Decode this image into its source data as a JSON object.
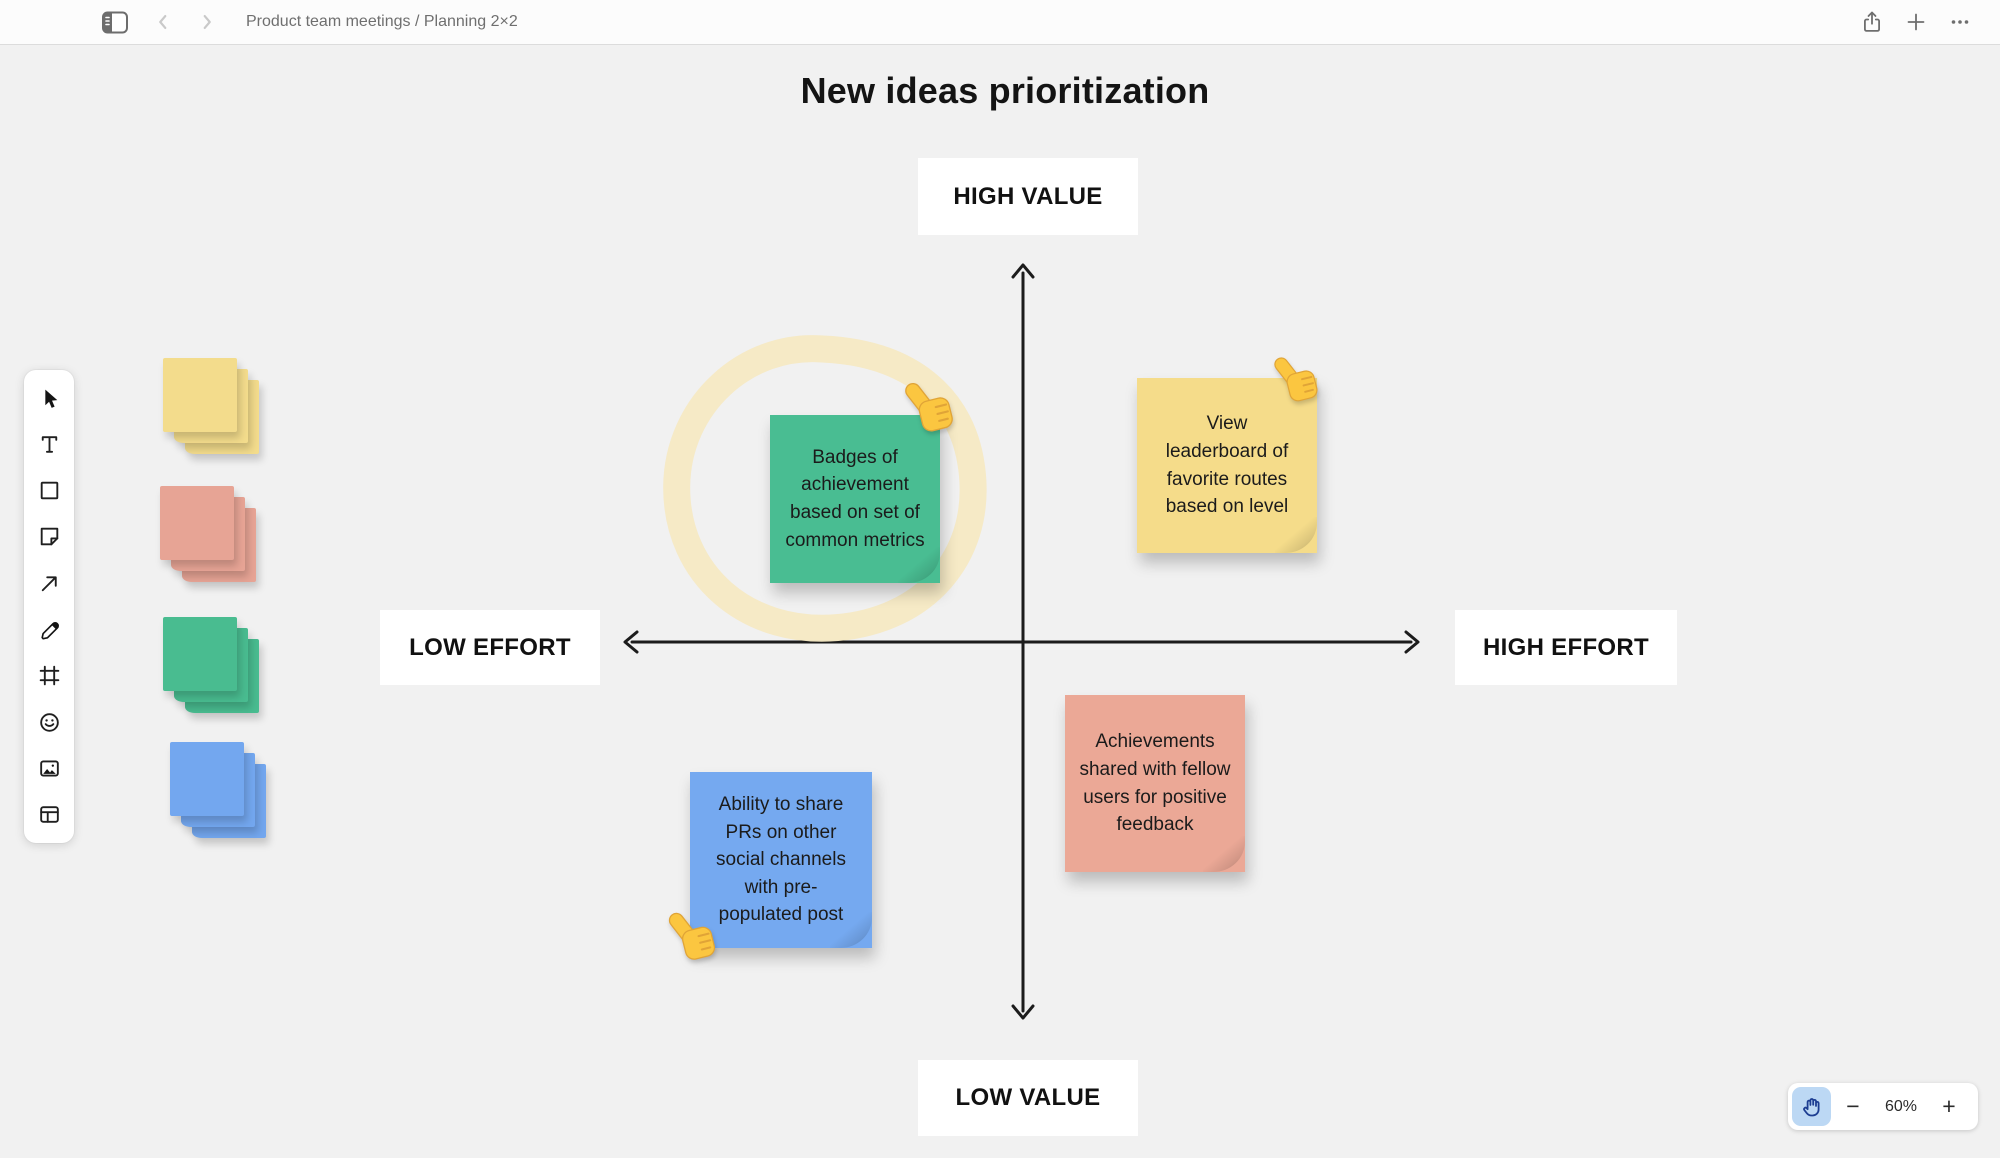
{
  "topbar": {
    "breadcrumb": "Product team meetings / Planning 2×2"
  },
  "board": {
    "title": "New ideas prioritization",
    "labels": {
      "top": "HIGH VALUE",
      "bottom": "LOW VALUE",
      "left": "LOW EFFORT",
      "right": "HIGH EFFORT"
    }
  },
  "tools": [
    "select",
    "text",
    "shape",
    "sticky-note",
    "arrow",
    "pen",
    "frame",
    "emoji",
    "image",
    "table"
  ],
  "palette_stacks": [
    {
      "color_name": "yellow",
      "color": "#F3DC8C"
    },
    {
      "color_name": "pink",
      "color": "#E7A495"
    },
    {
      "color_name": "green",
      "color": "#49BC90"
    },
    {
      "color_name": "blue",
      "color": "#73A7EF"
    }
  ],
  "notes": [
    {
      "quadrant": "high-value-low-effort",
      "color": "#49BD92",
      "text": "Badges of\nachievement\nbased on set of\ncommon metrics",
      "reaction": "thumbs-up",
      "highlighted": true
    },
    {
      "quadrant": "high-value-high-effort",
      "color": "#F5DC8A",
      "text": "View\nleaderboard of\nfavorite routes\nbased on level",
      "reaction": "thumbs-up",
      "highlighted": false
    },
    {
      "quadrant": "low-value-high-effort",
      "color": "#EBA896",
      "text": "Achievements\nshared with fellow\nusers for positive\nfeedback",
      "reaction": null,
      "highlighted": false
    },
    {
      "quadrant": "low-value-low-effort",
      "color": "#75A9F0",
      "text": "Ability to share\nPRs on other\nsocial channels\nwith pre-\npopulated post",
      "reaction": "thumbs-up",
      "highlighted": false
    }
  ],
  "highlight_ring_color": "#F5E9C3",
  "axis_color": "#1C1C1C",
  "zoom_controls": {
    "zoom_out": "−",
    "level": "60%",
    "zoom_in": "+"
  }
}
